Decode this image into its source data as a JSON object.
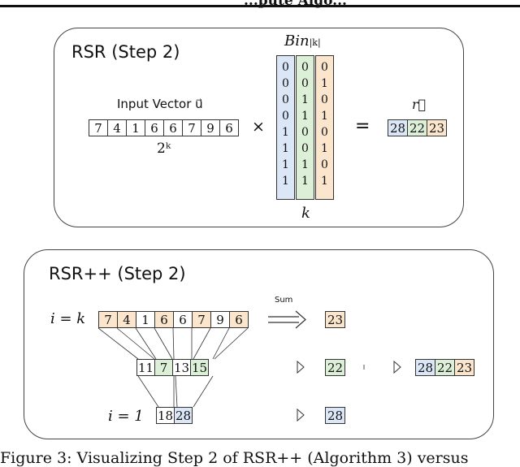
{
  "header": {
    "text": "...pute Algo..."
  },
  "rsr": {
    "title": "RSR (Step 2)",
    "input_label": "Input Vector u⃗",
    "input_values": [
      "7",
      "4",
      "1",
      "6",
      "6",
      "7",
      "9",
      "6"
    ],
    "rows_label": "2ᵏ",
    "times": "×",
    "bin_label": "Bin",
    "bin_sub": "|k|",
    "bin_columns": [
      {
        "values": [
          "0",
          "0",
          "0",
          "0",
          "1",
          "1",
          "1",
          "1"
        ],
        "color": "#dbe7f7"
      },
      {
        "values": [
          "0",
          "0",
          "1",
          "1",
          "0",
          "0",
          "1",
          "1"
        ],
        "color": "#dcefd7"
      },
      {
        "values": [
          "0",
          "1",
          "0",
          "1",
          "0",
          "1",
          "0",
          "1"
        ],
        "color": "#fbe6cd"
      }
    ],
    "cols_label": "k",
    "equals": "=",
    "result_label": "r⃗",
    "result_values": [
      "28",
      "22",
      "23"
    ]
  },
  "rsrpp": {
    "title": "RSR++ (Step 2)",
    "row_k_label": "i = k",
    "row_k_values": [
      "7",
      "4",
      "1",
      "6",
      "6",
      "7",
      "9",
      "6"
    ],
    "row_k_colors": [
      "#fbe6cd",
      "#fbe6cd",
      "#ffffff",
      "#fbe6cd",
      "#ffffff",
      "#fbe6cd",
      "#ffffff",
      "#fbe6cd"
    ],
    "sum_label": "Sum",
    "sum_result": "23",
    "row_mid_values": [
      "11",
      "7",
      "13",
      "15"
    ],
    "row_mid_colors": [
      "#ffffff",
      "#dcefd7",
      "#ffffff",
      "#dcefd7"
    ],
    "mid_result": "22",
    "final_values": [
      "28",
      "22",
      "23"
    ],
    "row_1_label": "i = 1",
    "row_1_values": [
      "18",
      "28"
    ],
    "row_1_colors": [
      "#ffffff",
      "#dbe7f7"
    ],
    "one_result": "28"
  },
  "colors": {
    "blue": "#dbe7f7",
    "green": "#dcefd7",
    "orange": "#fbe6cd",
    "border": "#333333"
  },
  "caption": {
    "text": "Figure 3: Visualizing Step 2 of RSR++ (Algorithm 3) versus"
  }
}
